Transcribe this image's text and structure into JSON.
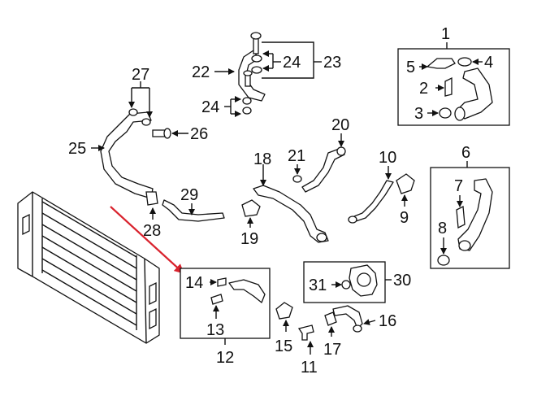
{
  "diagram": {
    "highlight_color": "#d9232e",
    "labels": {
      "l1": "1",
      "l2": "2",
      "l3": "3",
      "l4": "4",
      "l5": "5",
      "l6": "6",
      "l7": "7",
      "l8": "8",
      "l9": "9",
      "l10": "10",
      "l11": "11",
      "l12": "12",
      "l13": "13",
      "l14": "14",
      "l15": "15",
      "l16": "16",
      "l17": "17",
      "l18": "18",
      "l19": "19",
      "l20": "20",
      "l21": "21",
      "l22": "22",
      "l23": "23",
      "l24a": "24",
      "l24b": "24",
      "l25": "25",
      "l26": "26",
      "l27": "27",
      "l28": "28",
      "l29": "29",
      "l30": "30",
      "l31": "31"
    }
  }
}
